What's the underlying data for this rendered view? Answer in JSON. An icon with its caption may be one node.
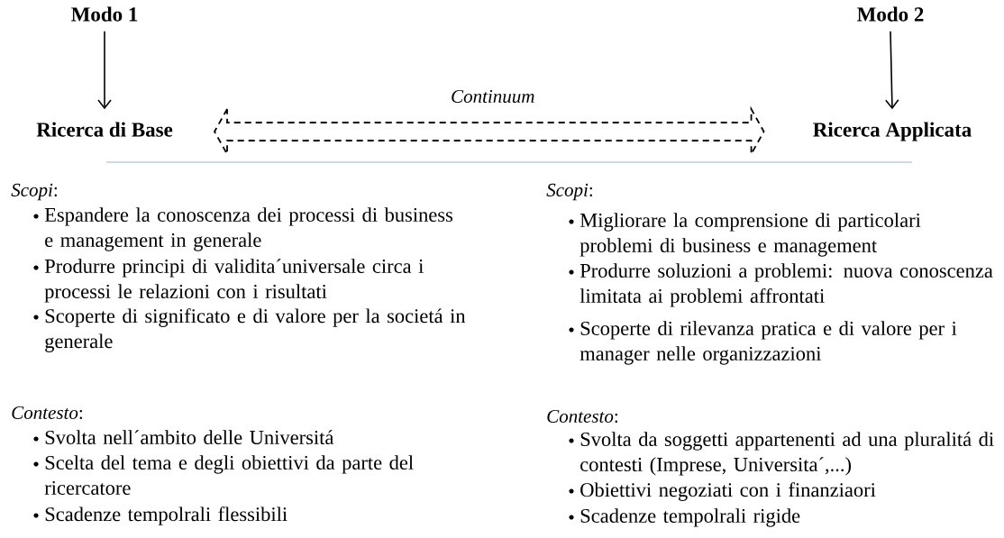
{
  "diagram": {
    "nodes": [
      {
        "text": [
          "Modo 1"
        ]
      },
      {
        "text": [
          "Ricerca di Base"
        ]
      },
      {
        "text": [
          "Modo 2"
        ]
      },
      {
        "text": [
          "Ricerca Applicata"
        ]
      }
    ],
    "edges": [
      {
        "from": 0,
        "to": 1,
        "arrow": "to"
      },
      {
        "from": 2,
        "to": 3,
        "arrow": "to"
      },
      {
        "from": 1,
        "to": 3,
        "arrow": "both",
        "style": "dashed",
        "label": "*Continuum*"
      }
    ],
    "labels": [
      "*Scopi*:",
      "Espandere la conoscenza dei processi di business e management in generale",
      "Produrre principi di validita´universale circa i processi  le relazioni con i risultati",
      "Scoperte di significato e di valore per la societá in generale",
      "*Contesto*:",
      "Svolta nell´ambito delle Universitá",
      "Scelta del tema e degli obiettivi da parte del ricercatore",
      "Scadenze tempolrali flessibili",
      "*Scopi*:",
      "Migliorare la comprensione di particolari problemi di business e management",
      "Produrre soluzioni a problemi: nuova conoscenza limitata ai problemi affrontati",
      "Scoperte di rilevanza pratica e di valore per i manager nelle organizzazioni",
      "*Contesto*:",
      "Svolta da soggetti appartenenti ad una pluralitá di contesti (Imprese, Universita´,...)",
      "Obiettivi negoziati con i finanziaori",
      "Scadenze tempolrali rigide"
    ]
  }
}
